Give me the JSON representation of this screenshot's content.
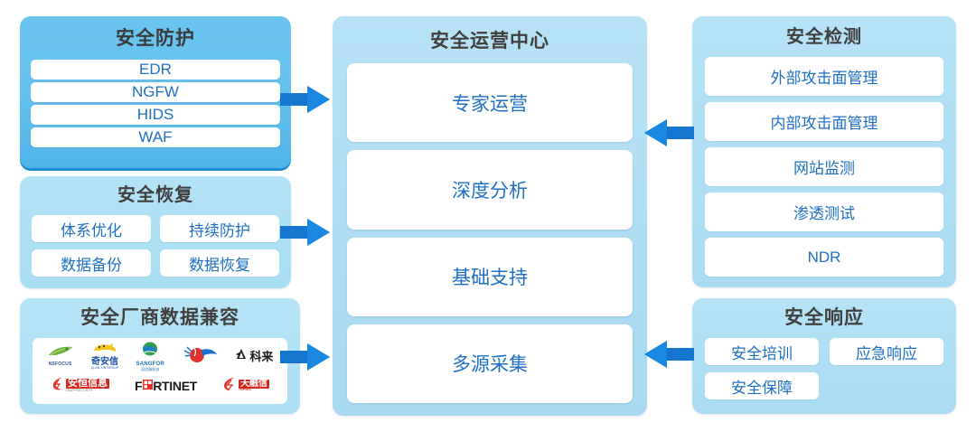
{
  "colors": {
    "panel_light": "#ace0f5",
    "panel_strong_top": "#6cc5ef",
    "panel_strong_bottom": "#4fb3e8",
    "panel_underline": "#1a8cd8",
    "chip_bg": "#ffffff",
    "chip_text": "#1f6fc4",
    "title_text": "#404040",
    "arrow_fill": "#1576cf",
    "arrow_fill_light": "#1a87e0",
    "background": "#ffffff"
  },
  "left_column": {
    "protection": {
      "title": "安全防护",
      "items": [
        "EDR",
        "NGFW",
        "HIDS",
        "WAF"
      ]
    },
    "recovery": {
      "title": "安全恢复",
      "items": [
        "体系优化",
        "持续防护",
        "数据备份",
        "数据恢复"
      ]
    },
    "vendors": {
      "title": "安全厂商数据兼容",
      "rows": [
        [
          {
            "name": "NSFOCUS",
            "cn": "",
            "wordmark": "NSFOCUS",
            "sub": "",
            "mark": "leaf-green",
            "color": "#5aa02c"
          },
          {
            "name": "奇安信",
            "cn": "奇安信",
            "wordmark": "",
            "sub": "QI AN XIN GROUP",
            "mark": "tiger-yellow",
            "color": "#1a4fa0"
          },
          {
            "name": "SANGFOR",
            "cn": "",
            "wordmark": "SANGFOR",
            "sub": "深信服科技",
            "mark": "globe-green",
            "color": "#1b6fb5"
          },
          {
            "name": "Venustech",
            "cn": "",
            "wordmark": "",
            "sub": "",
            "mark": "red-blue-swoosh",
            "color": "#d6271f"
          },
          {
            "name": "科来",
            "cn": "科来",
            "wordmark": "",
            "sub": "",
            "mark": "colasoft-dark",
            "color": "#1a1a1a"
          }
        ],
        [
          {
            "name": "安恒信息",
            "cn": "安恒信息",
            "wordmark": "",
            "sub": "DBAPPSECURITY",
            "mark": "red-swoosh",
            "color": "#d6271f"
          },
          {
            "name": "FORTINET",
            "cn": "",
            "wordmark": "FRTINET",
            "sub": "",
            "mark": "fortinet-square",
            "color": "#1a1a1a"
          },
          {
            "name": "天融信",
            "cn": "天融信",
            "wordmark": "",
            "sub": "TOPSEC",
            "mark": "red-check",
            "color": "#d6271f"
          }
        ]
      ]
    }
  },
  "center_column": {
    "soc": {
      "title": "安全运营中心",
      "items": [
        "专家运营",
        "深度分析",
        "基础支持",
        "多源采集"
      ]
    }
  },
  "right_column": {
    "detection": {
      "title": "安全检测",
      "items": [
        "外部攻击面管理",
        "内部攻击面管理",
        "网站监测",
        "渗透测试",
        "NDR"
      ]
    },
    "response": {
      "title": "安全响应",
      "items": [
        "安全培训",
        "应急响应",
        "安全保障"
      ]
    }
  },
  "arrows": [
    {
      "id": "protection-to-soc",
      "direction": "right",
      "from": "安全防护",
      "to": "安全运营中心"
    },
    {
      "id": "recovery-to-soc",
      "direction": "right",
      "from": "安全恢复",
      "to": "安全运营中心"
    },
    {
      "id": "vendors-to-soc",
      "direction": "right",
      "from": "安全厂商数据兼容",
      "to": "安全运营中心"
    },
    {
      "id": "detection-to-soc",
      "direction": "left",
      "from": "安全检测",
      "to": "安全运营中心"
    },
    {
      "id": "response-to-soc",
      "direction": "left",
      "from": "安全响应",
      "to": "安全运营中心"
    }
  ]
}
